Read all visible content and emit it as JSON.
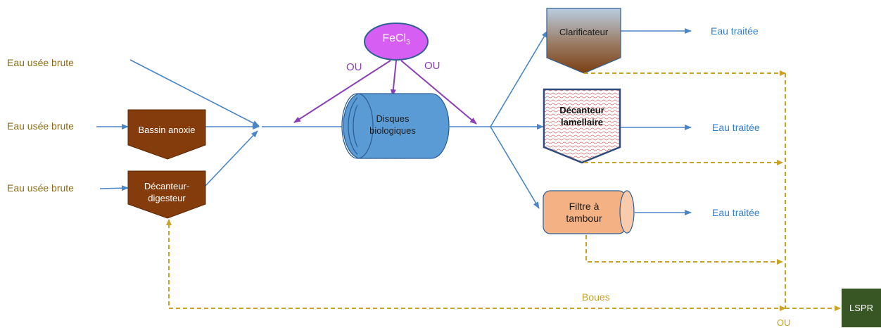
{
  "inputs": {
    "top": "Eau usée brute",
    "middle": "Eau usée brute",
    "bottom": "Eau usée brute"
  },
  "units": {
    "bassin": "Bassin anoxie",
    "decanteur_digesteur": "Décanteur-\ndigesteur",
    "disques": "Disques\nbiologiques",
    "clarificateur": "Clarificateur",
    "decanteur_lamellaire": "Décanteur\nlamellaire",
    "filtre": "Filtre à\ntambour",
    "lspr": "LSPR"
  },
  "chemical": {
    "fe": "FeCl",
    "sub": "3"
  },
  "or_labels": {
    "left": "OU",
    "right": "OU",
    "bottom": "OU"
  },
  "outputs": {
    "top": "Eau traitée",
    "middle": "Eau traitée",
    "bottom": "Eau traitée"
  },
  "sludge_label": "Boues",
  "colors": {
    "flow_blue": "#4a86c6",
    "sludge_gold": "#c9a227",
    "dose_purple": "#8b3fb6",
    "brown_unit": "#843c0c",
    "disc_blue": "#5b9bd5",
    "fecl_fill": "#d75ef2",
    "filter_fill": "#f4b183",
    "lspr_fill": "#375623"
  }
}
